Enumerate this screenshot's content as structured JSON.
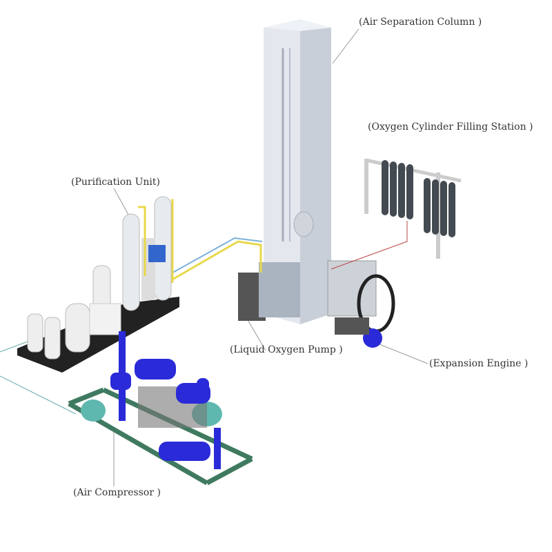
{
  "labels": {
    "air_separation_column": "(Air Separation Column )",
    "oxygen_cylinder_filling_station": "(Oxygen Cylinder Filling Station )",
    "purification_unit": "(Purification Unit)",
    "liquid_oxygen_pump": "(Liquid Oxygen Pump )",
    "expansion_engine": "(Expansion Engine )",
    "air_compressor": "(Air Compressor )"
  },
  "colors": {
    "column": "#d6dbe2",
    "compressor": "#2a2ad8",
    "frame": "#3f7a60",
    "pipe_yellow": "#e8d84a",
    "pipe_blue": "#7ab0d8",
    "cylinder": "#444a52"
  }
}
